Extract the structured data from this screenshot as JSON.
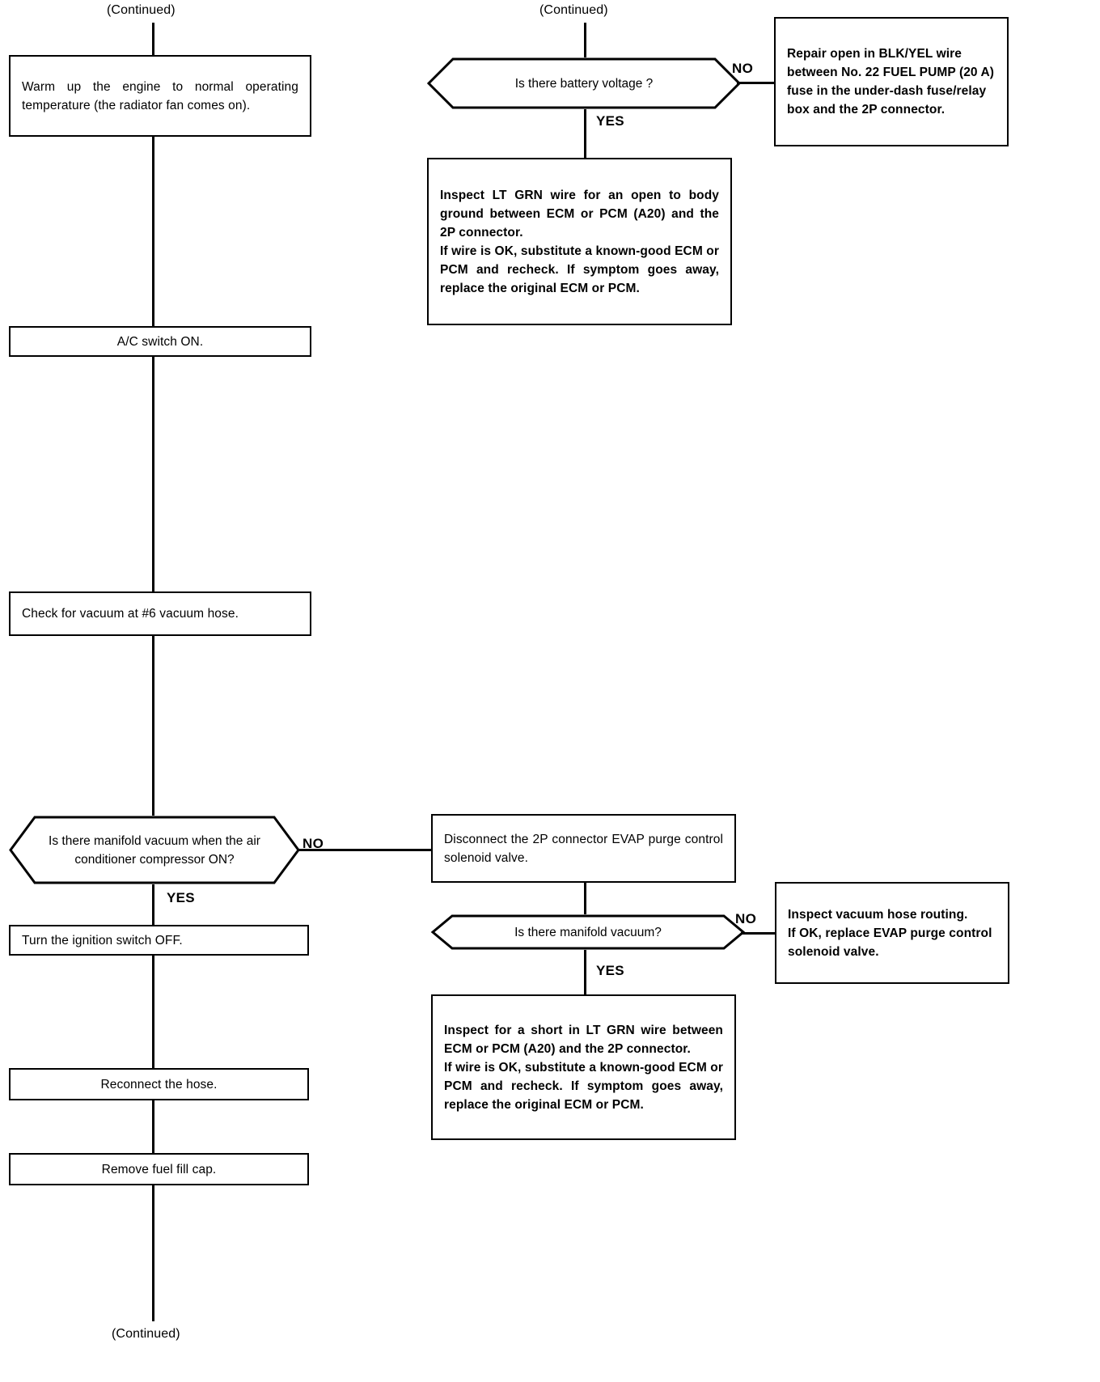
{
  "document": {
    "type": "troubleshooting-flowchart",
    "top_continued_left": "(Continued)",
    "top_continued_right": "(Continued)",
    "bottom_continued": "(Continued)"
  },
  "labels": {
    "yes": "YES",
    "no": "NO"
  },
  "left_column": {
    "step_warm_up": "Warm up the engine to normal operating temperature (the radiator fan comes on).",
    "step_ac_switch": "A/C switch ON.",
    "step_check_vacuum": "Check for vacuum at #6 vacuum hose.",
    "decision_manifold_vacuum": "Is there manifold vacuum when the air conditioner compressor ON?",
    "step_ignition_off": "Turn the ignition switch OFF.",
    "step_reconnect_hose": "Reconnect the hose.",
    "step_remove_fuel_cap": "Remove fuel fill cap."
  },
  "right_column": {
    "decision_battery_voltage": "Is there battery voltage ?",
    "repair_open_blk_yel": "Repair open in BLK/YEL wire between No. 22 FUEL PUMP (20 A) fuse in the under-dash fuse/relay box and the 2P connector.",
    "inspect_lt_grn_open": "Inspect LT GRN wire for an open to body ground between ECM or PCM (A20) and the 2P connector.\nIf wire is OK, substitute a known-good ECM or PCM and recheck. If symptom goes away, replace the original ECM or PCM.",
    "step_disconnect_2p": "Disconnect the 2P connector EVAP purge control solenoid valve.",
    "decision_manifold_vacuum2": "Is there manifold vacuum?",
    "inspect_vacuum_hose_routing": "Inspect vacuum hose routing.\nIf OK, replace EVAP purge control solenoid valve.",
    "inspect_lt_grn_short": "Inspect for a short in LT GRN wire between ECM or PCM (A20) and the 2P connector.\nIf wire is OK, substitute a known-good ECM or PCM and recheck. If symptom goes away, replace the original ECM or PCM."
  }
}
